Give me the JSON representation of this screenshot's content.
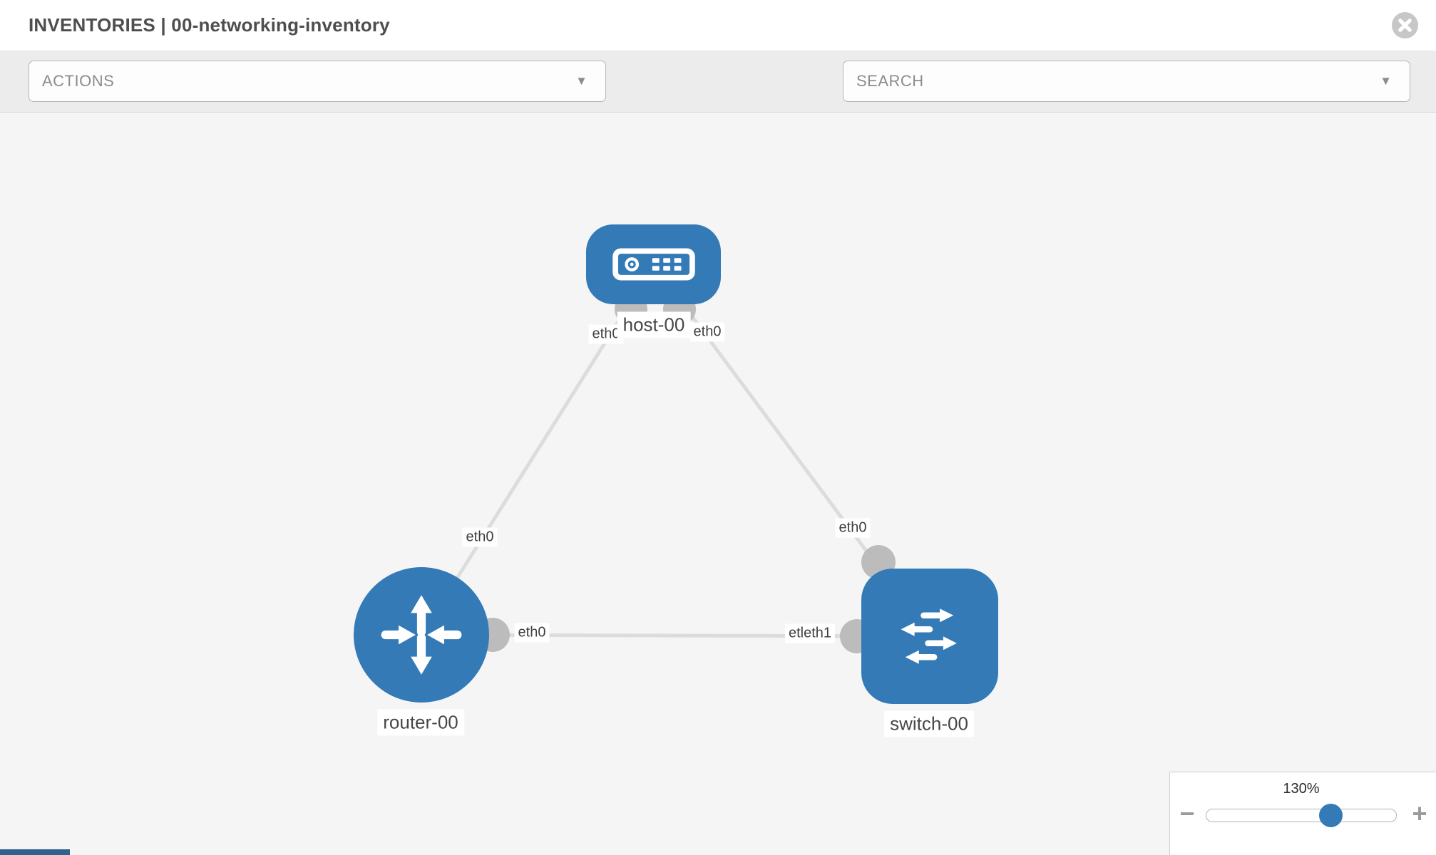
{
  "header": {
    "title": "INVENTORIES | 00-networking-inventory",
    "close_icon": "circle-x-icon"
  },
  "toolbar": {
    "actions_dropdown": {
      "label": "ACTIONS",
      "caret": "▼"
    },
    "tools": [
      {
        "icon": "wrench-icon"
      },
      {
        "icon": "key-icon"
      }
    ],
    "search_dropdown": {
      "placeholder": "SEARCH",
      "caret": "▼"
    }
  },
  "topology": {
    "node_color": "#337ab7",
    "link_color": "#dcdcdc",
    "connector_color": "#bcbcbc",
    "nodes": [
      {
        "id": "host-00",
        "type": "host",
        "icon": "host-icon"
      },
      {
        "id": "router-00",
        "type": "router",
        "icon": "router-icon"
      },
      {
        "id": "switch-00",
        "type": "switch",
        "icon": "switch-icon"
      }
    ],
    "node_labels": {
      "host": "host-00",
      "router": "router-00",
      "switch": "switch-00"
    },
    "links": [
      {
        "from": "host-00",
        "to": "router-00",
        "from_interface": "eth0",
        "to_interface": "eth0"
      },
      {
        "from": "host-00",
        "to": "switch-00",
        "from_interface": "eth0",
        "to_interface": "eth0"
      },
      {
        "from": "router-00",
        "to": "switch-00",
        "from_interface": "eth0",
        "to_interface": "eth1"
      }
    ],
    "interface_labels": {
      "host_to_router": "eth0",
      "host_to_switch": "eth0",
      "router_from_host": "eth0",
      "switch_from_host": "eth0",
      "router_to_switch": "eth0",
      "switch_to_router_overlapped": "etleth1"
    }
  },
  "zoom_control": {
    "value": "130%",
    "percent": 130,
    "minus_label": "−",
    "plus_label": "+",
    "thumb_color": "#337ab7"
  }
}
